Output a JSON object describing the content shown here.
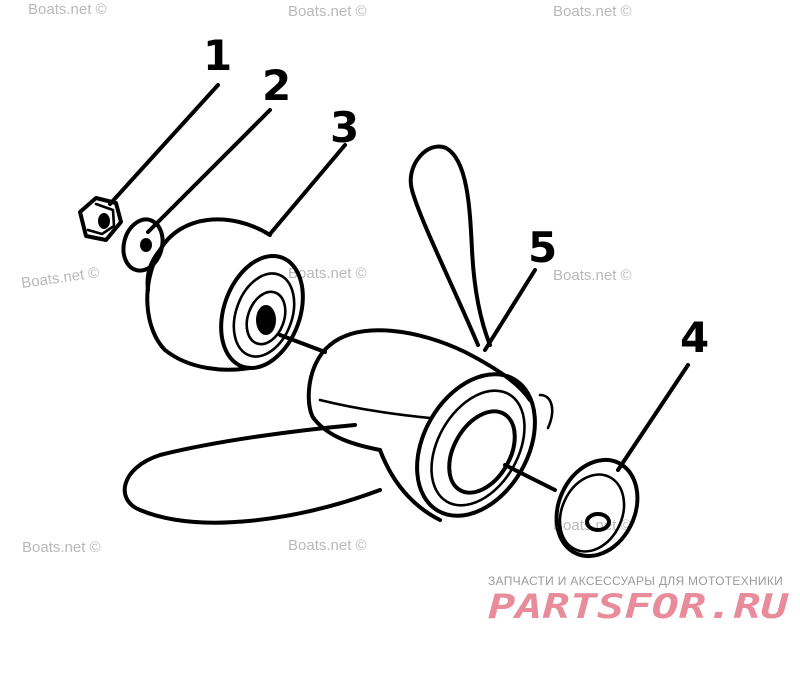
{
  "callouts": [
    {
      "label": "1",
      "part": "nut"
    },
    {
      "label": "2",
      "part": "washer"
    },
    {
      "label": "3",
      "part": "spacer"
    },
    {
      "label": "4",
      "part": "thrust-washer"
    },
    {
      "label": "5",
      "part": "propeller"
    }
  ],
  "watermark": {
    "text": "Boats.net ©",
    "color": "#b9b9b9"
  },
  "branding": {
    "tagline": "ЗАПЧАСТИ И АКСЕССУАРЫ ДЛЯ МОТОТЕХНИКИ",
    "logo_text": "PARTSFOR.RU",
    "logo_color": "#e88c9b"
  }
}
